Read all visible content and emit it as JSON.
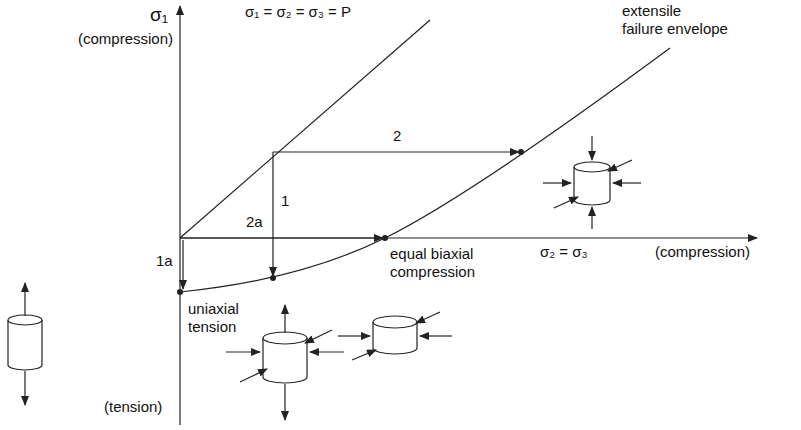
{
  "diagram": {
    "labels": [
      "σ₁",
      "(compression)",
      "σ₁ = σ₂ = σ₃ = P",
      "extensile",
      "failure envelope",
      "2",
      "1",
      "2a",
      "1a",
      "uniaxial",
      "tension",
      "equal biaxial",
      "compression",
      "σ₂ = σ₃",
      "(compression)",
      "(tension)"
    ]
  }
}
